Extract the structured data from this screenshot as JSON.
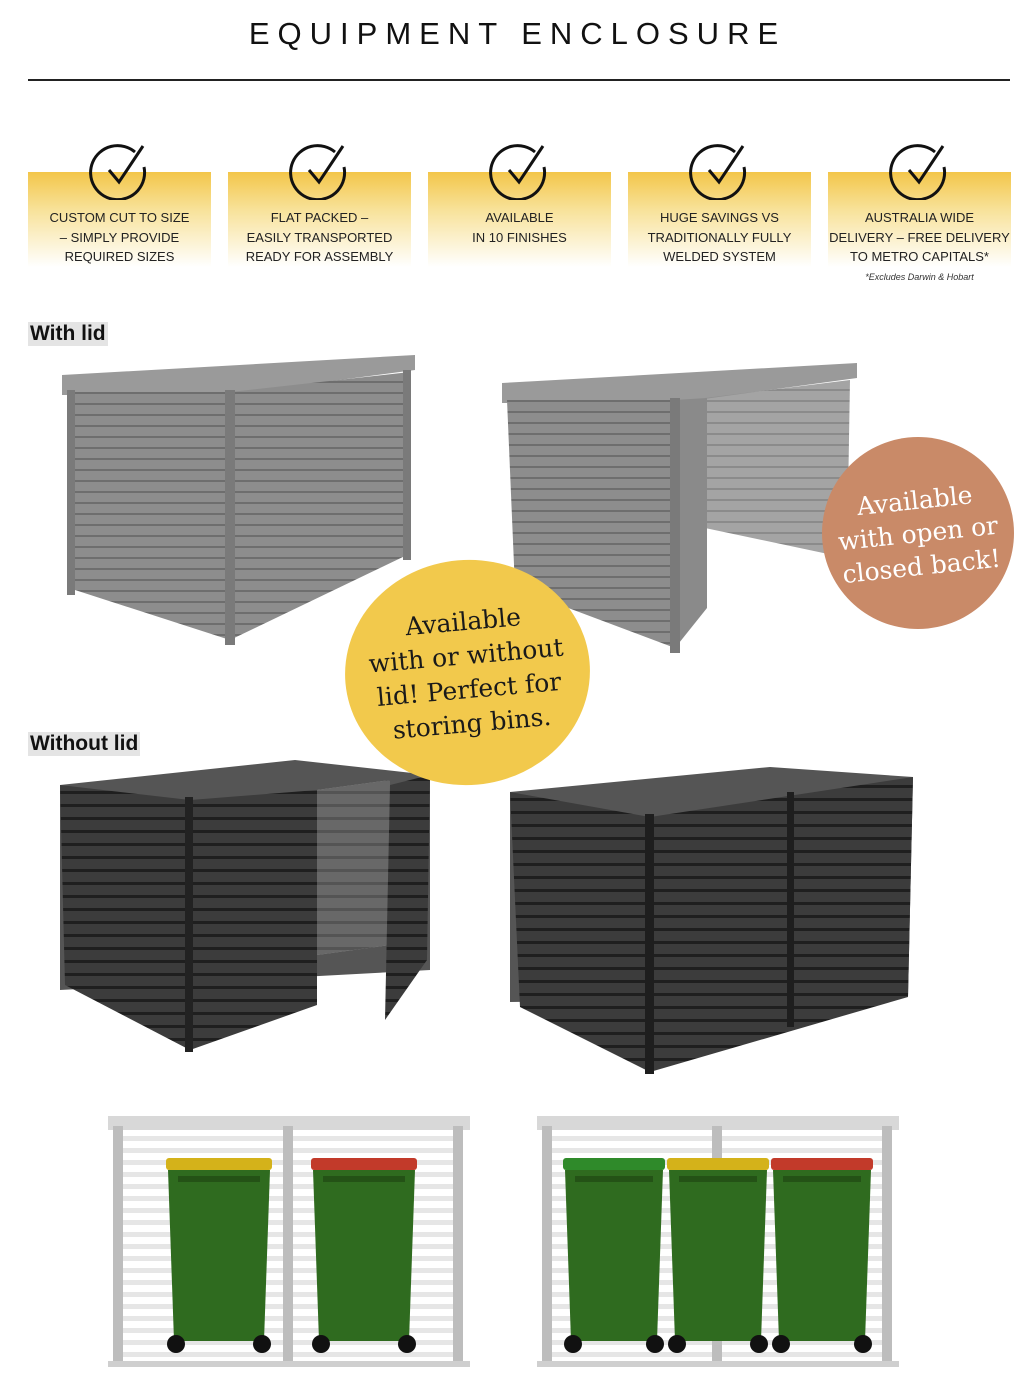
{
  "title": "EQUIPMENT ENCLOSURE",
  "features": [
    {
      "text": "CUSTOM CUT TO SIZE\n– SIMPLY PROVIDE\nREQUIRED SIZES"
    },
    {
      "text": "FLAT PACKED –\nEASILY TRANSPORTED\nREADY FOR ASSEMBLY"
    },
    {
      "text": "AVAILABLE\nIN 10 FINISHES"
    },
    {
      "text": "HUGE SAVINGS VS\nTRADITIONALLY FULLY\nWELDED SYSTEM"
    },
    {
      "text": "AUSTRALIA WIDE\nDELIVERY – FREE DELIVERY\nTO METRO CAPITALS*",
      "note": "*Excludes Darwin & Hobart"
    }
  ],
  "sections": {
    "with_lid": "With lid",
    "without_lid": "Without lid"
  },
  "badges": {
    "open_back": "Available\nwith open or\nclosed back!",
    "lid": "Available\nwith or without\nlid! Perfect for\nstoring bins."
  },
  "colors": {
    "accent_yellow": "#f2c94c",
    "badge_orange": "#c98a68",
    "enclosure_gray": "#8a8a8a",
    "enclosure_dark": "#3a3a3a",
    "bin_green": "#2f6b1f"
  }
}
